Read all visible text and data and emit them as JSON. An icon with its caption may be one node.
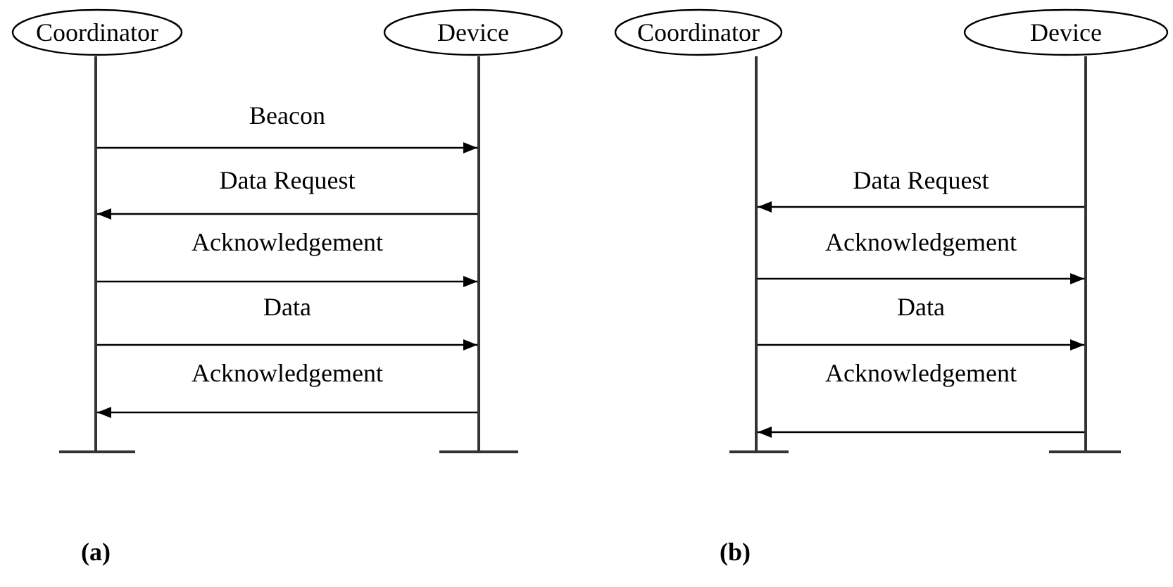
{
  "diagram": {
    "nodes": [
      {
        "text": [
          "Coordinator"
        ]
      },
      {
        "text": [
          "Device"
        ]
      },
      {
        "text": [
          "Coordinator"
        ]
      },
      {
        "text": [
          "Device"
        ]
      },
      {
        "text": [],
        "shape": "bar"
      },
      {
        "text": [],
        "shape": "bar"
      },
      {
        "text": [],
        "shape": "bar"
      },
      {
        "text": [],
        "shape": "bar"
      }
    ],
    "edges": [
      {
        "from": 4,
        "to": 5,
        "arrow": "to",
        "label": "Beacon"
      },
      {
        "from": 5,
        "to": 4,
        "arrow": "to",
        "label": "Data Request"
      },
      {
        "from": 4,
        "to": 5,
        "arrow": "to",
        "label": "Acknowledgement"
      },
      {
        "from": 4,
        "to": 5,
        "arrow": "to",
        "label": "Data"
      },
      {
        "from": 5,
        "to": 4,
        "arrow": "to",
        "label": "Acknowledgement"
      },
      {
        "from": 7,
        "to": 6,
        "arrow": "to",
        "label": "Data Request"
      },
      {
        "from": 6,
        "to": 7,
        "arrow": "to",
        "label": "Acknowledgement"
      },
      {
        "from": 6,
        "to": 7,
        "arrow": "to",
        "label": "Data"
      },
      {
        "from": 7,
        "to": 6,
        "arrow": "to",
        "label": "Acknowledgement"
      }
    ],
    "labels": [
      "(a)",
      "(b)"
    ]
  }
}
